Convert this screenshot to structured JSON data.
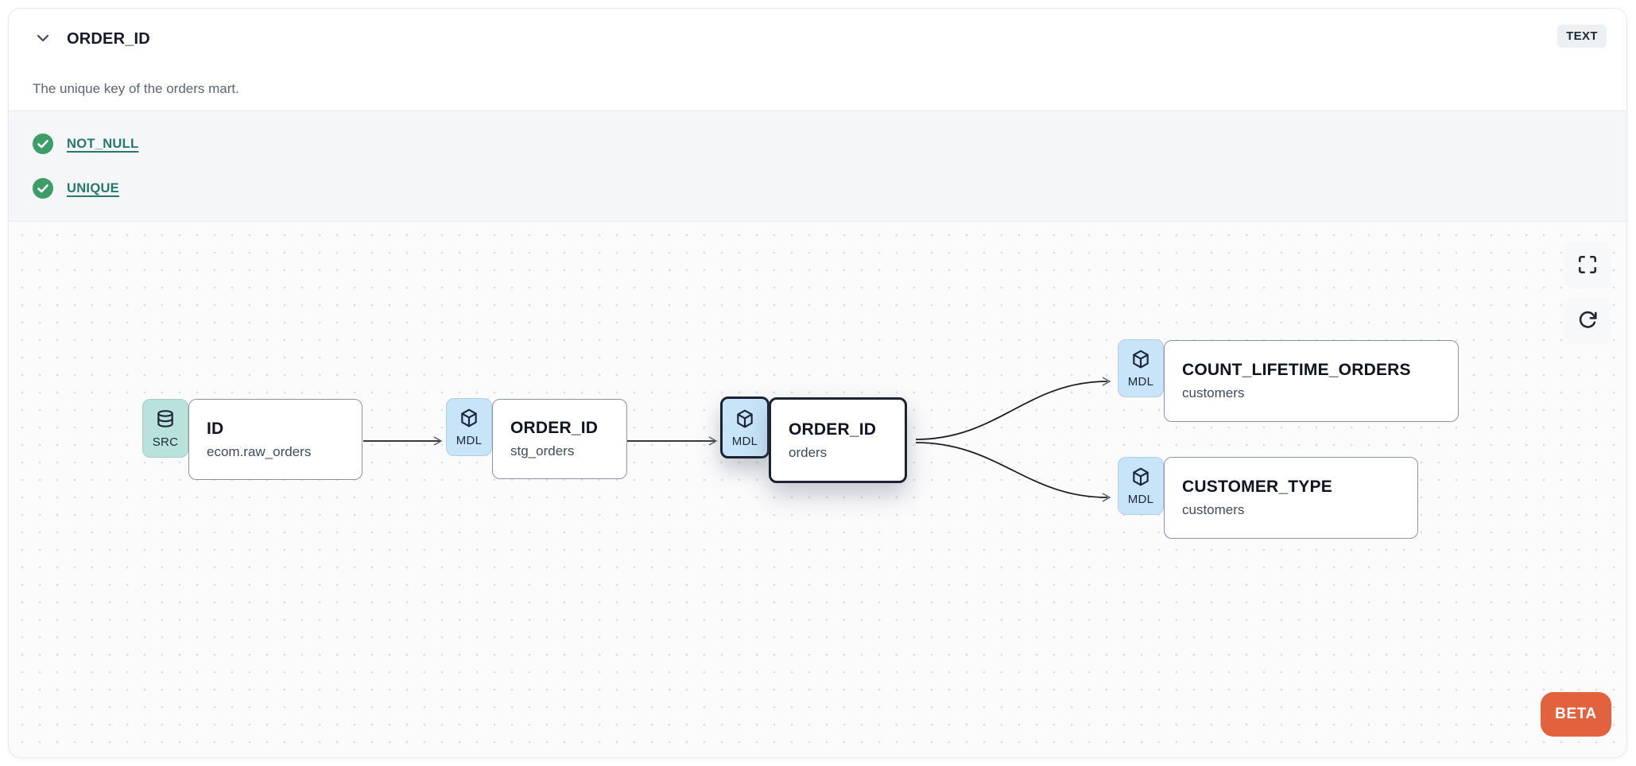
{
  "header": {
    "title": "ORDER_ID",
    "type_badge": "TEXT",
    "description": "The unique key of the orders mart."
  },
  "tests": [
    {
      "label": "NOT_NULL",
      "status": "pass"
    },
    {
      "label": "UNIQUE",
      "status": "pass"
    }
  ],
  "lineage": {
    "nodes": [
      {
        "badge": "SRC",
        "icon": "database-icon",
        "kind": "source",
        "title": "ID",
        "subtitle": "ecom.raw_orders",
        "selected": false
      },
      {
        "badge": "MDL",
        "icon": "cube-icon",
        "kind": "model",
        "title": "ORDER_ID",
        "subtitle": "stg_orders",
        "selected": false
      },
      {
        "badge": "MDL",
        "icon": "cube-icon",
        "kind": "model",
        "title": "ORDER_ID",
        "subtitle": "orders",
        "selected": true
      },
      {
        "badge": "MDL",
        "icon": "cube-icon",
        "kind": "model",
        "title": "COUNT_LIFETIME_ORDERS",
        "subtitle": "customers",
        "selected": false
      },
      {
        "badge": "MDL",
        "icon": "cube-icon",
        "kind": "model",
        "title": "CUSTOMER_TYPE",
        "subtitle": "customers",
        "selected": false
      }
    ],
    "edges": [
      {
        "from": 0,
        "to": 1
      },
      {
        "from": 1,
        "to": 2
      },
      {
        "from": 2,
        "to": 3
      },
      {
        "from": 2,
        "to": 4
      }
    ],
    "controls": {
      "fullscreen": "fullscreen-icon",
      "refresh": "refresh-icon"
    },
    "beta_label": "BETA"
  },
  "icons": {
    "chevron-down-icon": "⌄",
    "check-circle-icon": "✓",
    "database-icon": "db-cylinder-shape",
    "cube-icon": "3d-box-shape",
    "fullscreen-icon": "corner-brackets-shape",
    "refresh-icon": "circular-arrow-clockwise"
  },
  "colors": {
    "source_badge_bg": "#b9e2dc",
    "model_badge_bg": "#c8e4f8",
    "selected_border": "#1c2433",
    "test_link": "#26786c",
    "check_green": "#3d9d68",
    "beta_orange": "#e2623d",
    "card_border": "#8b95a5",
    "tests_band_bg": "#f5f6f8"
  }
}
